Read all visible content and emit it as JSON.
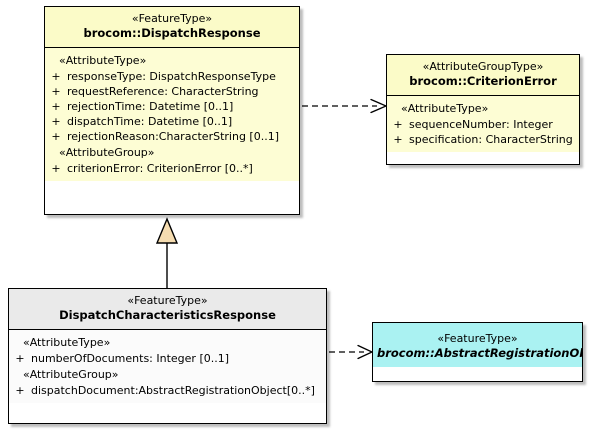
{
  "diagram": {
    "type": "uml-class-diagram",
    "background": "#ffffff",
    "colors": {
      "feature_type_fill": "#fdfdd4",
      "feature_type_header": "#fbfbc8",
      "gray_header": "#eaeaea",
      "white_body": "#fbfbfb",
      "abstract_fill": "#aaf2f2",
      "generalization_arrow_fill": "#f5dcb0",
      "line": "#000000"
    }
  },
  "classes": {
    "dispatch_response": {
      "stereotype": "«FeatureType»",
      "name": "brocom::DispatchResponse",
      "abstract": false,
      "sections": [
        {
          "label": "«AttributeType»",
          "attributes": [
            {
              "visibility": "+",
              "text": "responseType: DispatchResponseType"
            },
            {
              "visibility": "+",
              "text": "requestReference: CharacterString"
            },
            {
              "visibility": "+",
              "text": "rejectionTime: Datetime [0..1]"
            },
            {
              "visibility": "+",
              "text": "dispatchTime: Datetime [0..1]"
            },
            {
              "visibility": "+",
              "text": "rejectionReason:CharacterString [0..1]"
            }
          ]
        },
        {
          "label": "«AttributeGroup»",
          "attributes": [
            {
              "visibility": "+",
              "text": "criterionError: CriterionError [0..*]"
            }
          ]
        }
      ]
    },
    "criterion_error": {
      "stereotype": "«AttributeGroupType»",
      "name": "brocom::CriterionError",
      "abstract": false,
      "sections": [
        {
          "label": "«AttributeType»",
          "attributes": [
            {
              "visibility": "+",
              "text": "sequenceNumber: Integer"
            },
            {
              "visibility": "+",
              "text": "specification: CharacterString"
            }
          ]
        }
      ]
    },
    "dispatch_characteristics_response": {
      "stereotype": "«FeatureType»",
      "name": "DispatchCharacteristicsResponse",
      "abstract": false,
      "sections": [
        {
          "label": "«AttributeType»",
          "attributes": [
            {
              "visibility": "+",
              "text": "numberOfDocuments: Integer [0..1]"
            }
          ]
        },
        {
          "label": "«AttributeGroup»",
          "attributes": [
            {
              "visibility": "+",
              "text": "dispatchDocument:AbstractRegistrationObject[0..*]"
            }
          ]
        }
      ]
    },
    "abstract_registration_object": {
      "stereotype": "«FeatureType»",
      "name": "brocom::AbstractRegistrationObject",
      "abstract": true,
      "sections": []
    }
  },
  "relationships": [
    {
      "id": "dependency-dispatchresponse-to-criterionerror",
      "kind": "dependency",
      "line": "dashed",
      "arrowhead": "open",
      "from": "dispatch_response",
      "to": "criterion_error"
    },
    {
      "id": "generalization-dispatchcharacteristics-to-dispatchresponse",
      "kind": "generalization",
      "line": "solid",
      "arrowhead": "closed-triangle",
      "from": "dispatch_characteristics_response",
      "to": "dispatch_response"
    },
    {
      "id": "dependency-dispatchcharacteristics-to-abstractregistrationobject",
      "kind": "dependency",
      "line": "dashed",
      "arrowhead": "open",
      "from": "dispatch_characteristics_response",
      "to": "abstract_registration_object"
    }
  ]
}
